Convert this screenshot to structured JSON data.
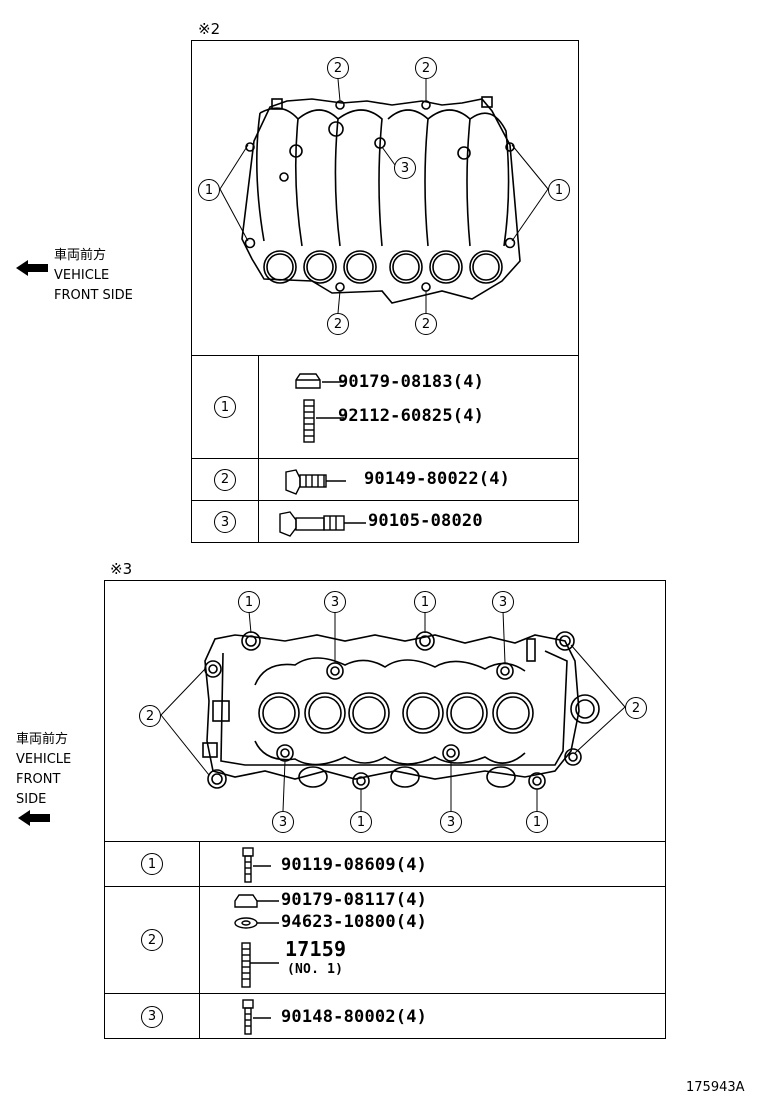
{
  "top": {
    "mark": "※2",
    "direction": [
      "車両前方",
      "VEHICLE",
      "FRONT SIDE"
    ],
    "callout_numbers": {
      "c1": "1",
      "c2": "2",
      "c3": "3"
    },
    "rows": [
      {
        "key": "1",
        "parts": [
          "90179-08183(4)",
          "92112-60825(4)"
        ]
      },
      {
        "key": "2",
        "parts": [
          "90149-80022(4)"
        ]
      },
      {
        "key": "3",
        "parts": [
          "90105-08020"
        ]
      }
    ]
  },
  "bottom": {
    "mark": "※3",
    "direction": [
      "車両前方",
      "VEHICLE",
      "FRONT",
      "SIDE"
    ],
    "callout_numbers": {
      "c1": "1",
      "c2": "2",
      "c3": "3"
    },
    "rows": [
      {
        "key": "1",
        "parts": [
          "90119-08609(4)"
        ]
      },
      {
        "key": "2",
        "parts": [
          "90179-08117(4)",
          "94623-10800(4)",
          "17159",
          "(NO. 1)"
        ]
      },
      {
        "key": "3",
        "parts": [
          "90148-80002(4)"
        ]
      }
    ]
  },
  "figure_number": "175943A"
}
